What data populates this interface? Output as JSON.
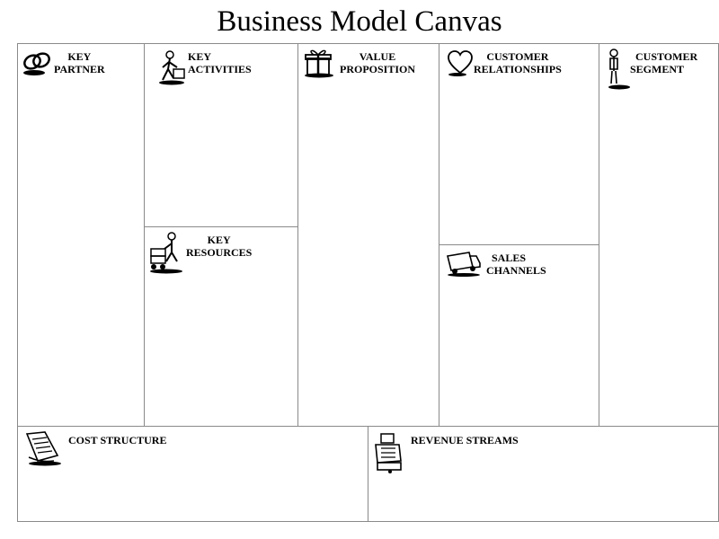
{
  "title": "Business Model Canvas",
  "blocks": {
    "key_partner": {
      "line1": "KEY",
      "line2": "PARTNER",
      "icon": "chain-link-icon"
    },
    "key_activities": {
      "line1": "KEY",
      "line2": "ACTIVITIES",
      "icon": "worker-icon"
    },
    "key_resources": {
      "line1": "KEY",
      "line2": "RESOURCES",
      "icon": "hand-truck-icon"
    },
    "value_proposition": {
      "line1": "VALUE",
      "line2": "PROPOSITION",
      "icon": "gift-icon"
    },
    "customer_relationships": {
      "line1": "CUSTOMER",
      "line2": "RELATIONSHIPS",
      "icon": "heart-icon"
    },
    "sales_channels": {
      "line1": "SALES",
      "line2": "CHANNELS",
      "icon": "truck-icon"
    },
    "customer_segment": {
      "line1": "CUSTOMER",
      "line2": "SEGMENT",
      "icon": "person-icon"
    },
    "cost_structure": {
      "line1": "COST STRUCTURE",
      "icon": "receipt-icon"
    },
    "revenue_streams": {
      "line1": "REVENUE STREAMS",
      "icon": "cash-register-icon"
    }
  }
}
